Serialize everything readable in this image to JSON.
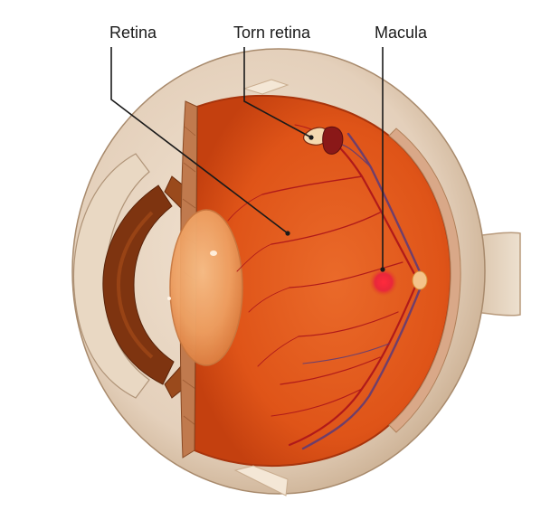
{
  "labels": {
    "retina": "Retina",
    "torn_retina": "Torn retina",
    "macula": "Macula"
  },
  "colors": {
    "sclera": "#e4d0bb",
    "sclera_shade": "#c9ad8f",
    "choroid": "#b84a22",
    "retina_fill": "#e1561c",
    "retina_deep": "#c73c12",
    "vessel_artery": "#b01a1a",
    "vessel_vein": "#5a3a7a",
    "lens": "#f0a060",
    "iris": "#8a3a12",
    "macula_spot": "#e8283a",
    "label_text": "#1a1a1a"
  }
}
